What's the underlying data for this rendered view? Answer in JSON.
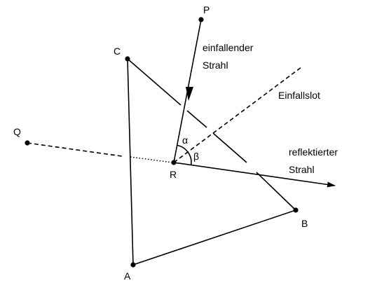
{
  "labels": {
    "P": "P",
    "C": "C",
    "Q": "Q",
    "R": "R",
    "A": "A",
    "B": "B",
    "alpha": "α",
    "beta": "β",
    "incident_line1": "einfallender",
    "incident_line2": "Strahl",
    "normal": "Einfallslot",
    "reflected_line1": "reflektierter",
    "reflected_line2": "Strahl"
  },
  "colors": {
    "stroke": "#000000",
    "background": "#ffffff"
  }
}
